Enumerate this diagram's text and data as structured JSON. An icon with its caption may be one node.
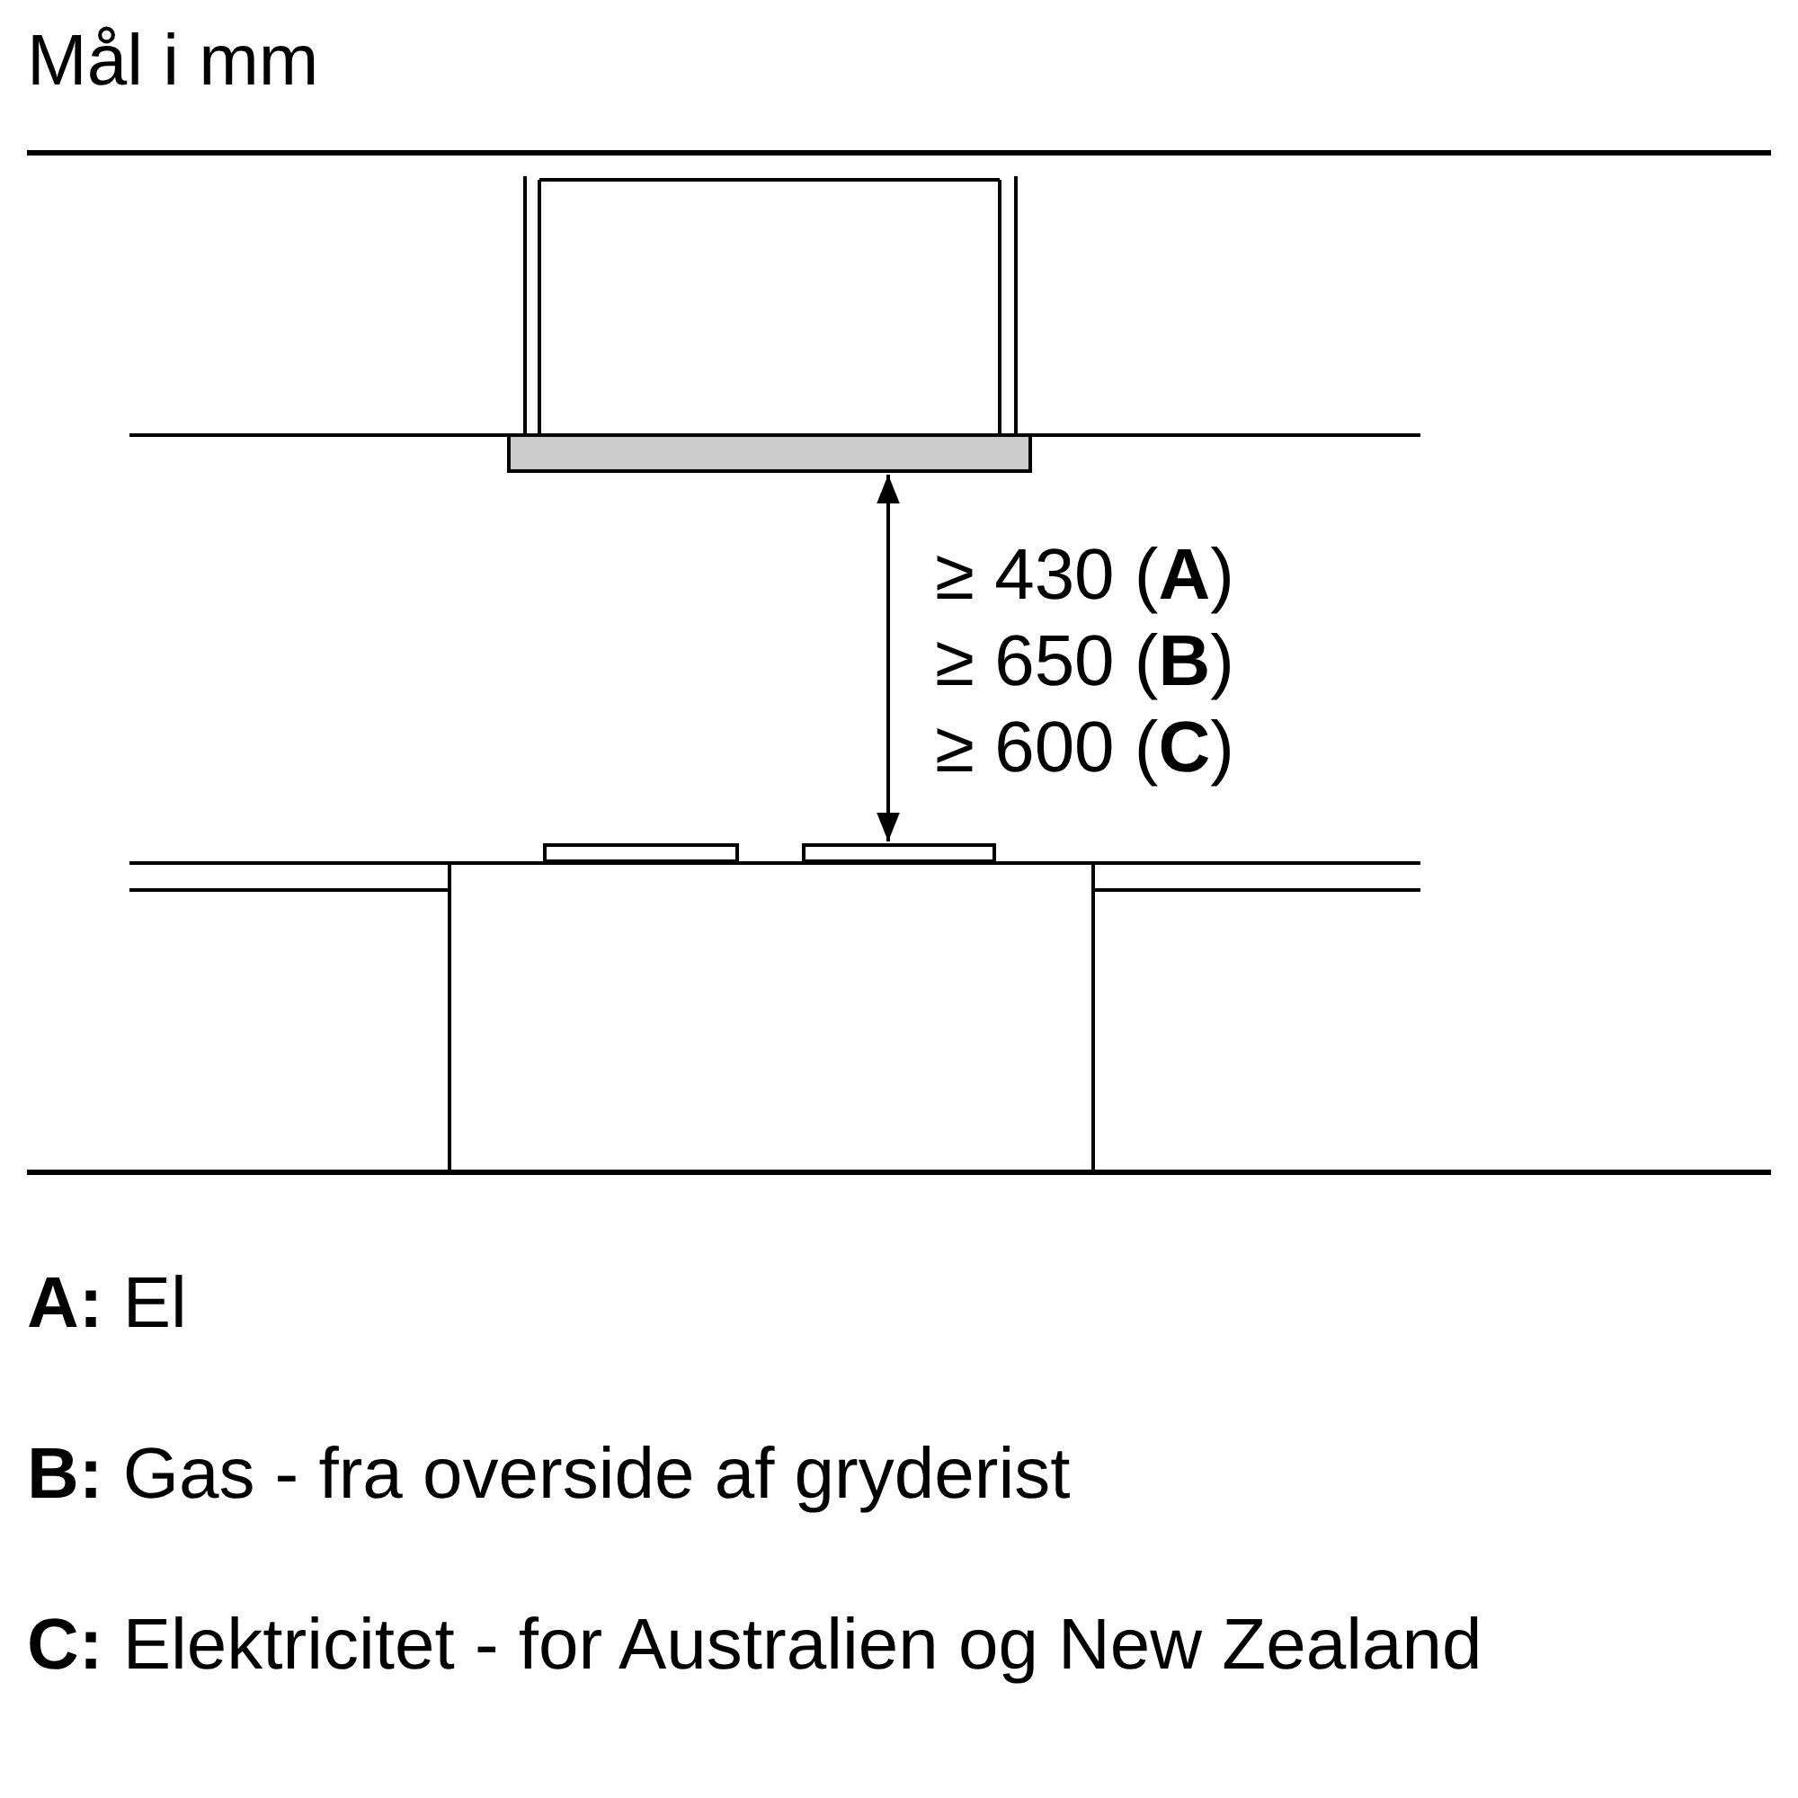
{
  "diagram": {
    "title": "Mål i mm",
    "labels": [
      "≥ 430 (**A**)",
      "≥ 650 (**B**)",
      "≥ 600 (**C**)",
      "**A:** El",
      "**B:** Gas - fra overside af gryderist",
      "**C:** Elektricitet - for Australien og New Zealand"
    ]
  }
}
